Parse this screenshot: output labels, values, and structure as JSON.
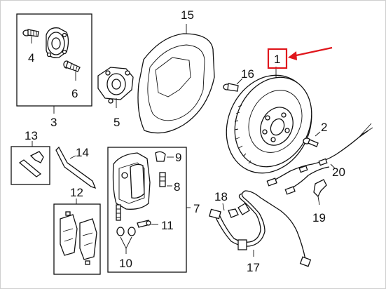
{
  "diagram": {
    "highlight_color": "#e0161c",
    "highlighted_part": "1",
    "callouts": {
      "p1": "1",
      "p2": "2",
      "p3": "3",
      "p4": "4",
      "p5": "5",
      "p6": "6",
      "p7": "7",
      "p8": "8",
      "p9": "9",
      "p10": "10",
      "p11": "11",
      "p12": "12",
      "p13": "13",
      "p14": "14",
      "p15": "15",
      "p16": "16",
      "p17": "17",
      "p18": "18",
      "p19": "19",
      "p20": "20"
    }
  }
}
